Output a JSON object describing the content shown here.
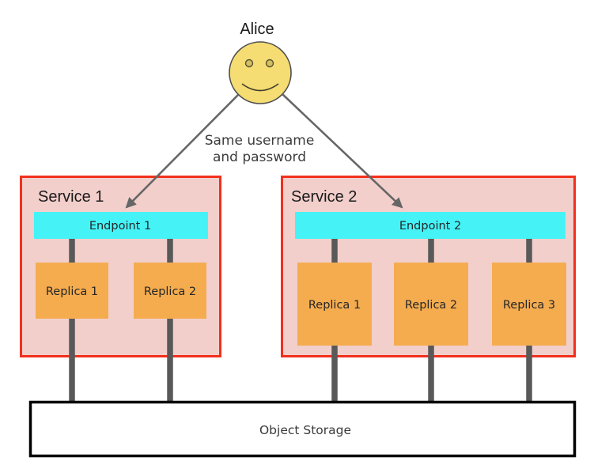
{
  "actor": {
    "label": "Alice"
  },
  "annotation": {
    "line1": "Same username",
    "line2": "and password"
  },
  "services": [
    {
      "title": "Service 1",
      "endpoint_label": "Endpoint 1",
      "replicas": [
        "Replica 1",
        "Replica 2"
      ]
    },
    {
      "title": "Service 2",
      "endpoint_label": "Endpoint 2",
      "replicas": [
        "Replica 1",
        "Replica 2",
        "Replica 3"
      ]
    }
  ],
  "storage": {
    "label": "Object Storage"
  },
  "colors": {
    "service_fill": "#f2cfcb",
    "service_border": "#f1301d",
    "endpoint_fill": "#45f3f7",
    "replica_fill": "#f4ac4f",
    "face_fill": "#f5dc73",
    "eye_fill": "#d4be62",
    "connector_gray": "#595959",
    "arrow_gray": "#666666",
    "storage_border": "#000000"
  }
}
